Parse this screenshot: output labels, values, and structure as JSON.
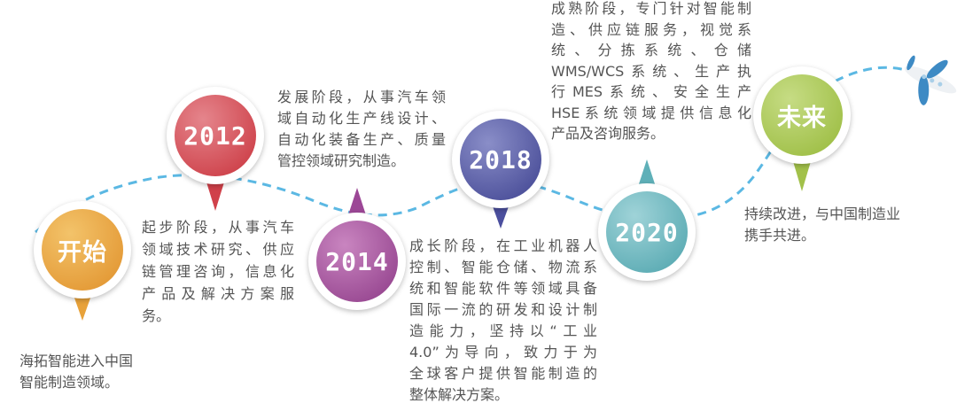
{
  "colors": {
    "line": "#5bb8e3",
    "start": "#e8a23a",
    "y2012": "#d0414a",
    "y2014": "#9c4796",
    "y2018": "#4b4f9e",
    "y2020": "#5fb0b8",
    "future": "#a2c14a",
    "plane": "#3d8ac4"
  },
  "milestones": [
    {
      "label": "开始",
      "desc": [
        "海拓智能进入中国",
        "智能制造领域。"
      ]
    },
    {
      "label": "2012",
      "desc": [
        "发展阶段，从事汽车领",
        "域自动化生产线设计、",
        "自动化装备生产、质量",
        "管控领域研究制造。"
      ]
    },
    {
      "label": "2014",
      "desc": [
        "起步阶段，从事汽车",
        "领域技术研究、供应",
        "链管理咨询，信息化",
        "产品及解决方案服",
        "务。"
      ]
    },
    {
      "label": "2018",
      "desc": [
        "成长阶段，在工业机器人",
        "控制、智能仓储、物流系",
        "统和智能软件等领域具备",
        "国际一流的研发和设计制",
        "造能力，坚持以“工业",
        "4.0”为导向，致力于为",
        "全球客户提供智能制造的",
        "整体解决方案。"
      ]
    },
    {
      "label": "2020",
      "desc": [
        "成熟阶段，专门针对智能制",
        "造、供应链服务，视觉系",
        "统、分拣系统、仓储",
        "WMS/WCS系统、生产执",
        "行MES系统、安全生产",
        "HSE系统领域提供信息化",
        "产品及咨询服务。"
      ]
    },
    {
      "label": "未来",
      "desc": [
        "持续改进，与中国制造业",
        "携手共进。"
      ]
    }
  ],
  "icons": {
    "plane": "airplane-icon"
  }
}
